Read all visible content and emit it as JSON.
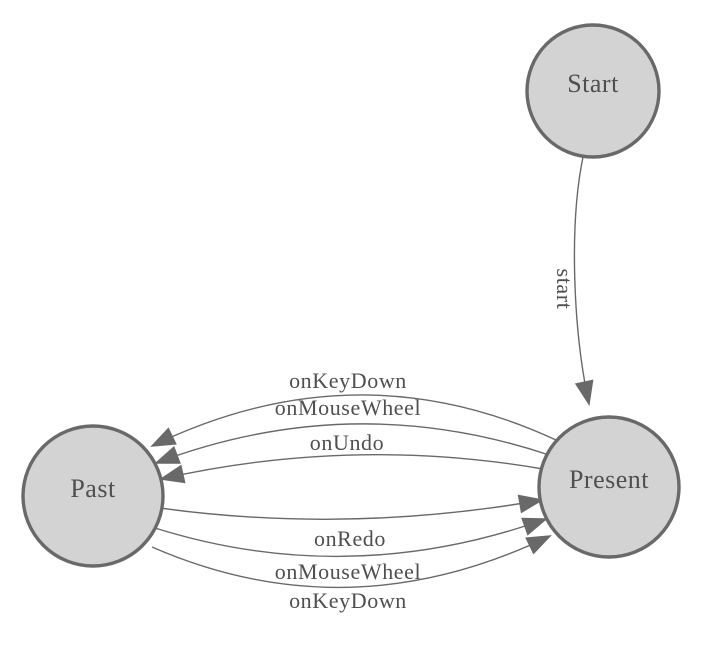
{
  "diagram": {
    "type": "state-machine",
    "background_color": "#ffffff",
    "colors": {
      "node_fill": "#d3d3d3",
      "node_stroke": "#696969",
      "edge_color": "#696969",
      "arrowhead_color": "#696969",
      "label_color": "#4f4f4f"
    },
    "nodes": [
      {
        "id": "start",
        "label": "Start"
      },
      {
        "id": "present",
        "label": "Present"
      },
      {
        "id": "past",
        "label": "Past"
      }
    ],
    "edges": [
      {
        "from": "Start",
        "to": "Present",
        "label": "start"
      },
      {
        "from": "Present",
        "to": "Past",
        "label": "onKeyDown"
      },
      {
        "from": "Present",
        "to": "Past",
        "label": "onMouseWheel"
      },
      {
        "from": "Present",
        "to": "Past",
        "label": "onUndo"
      },
      {
        "from": "Past",
        "to": "Present",
        "label": "onRedo"
      },
      {
        "from": "Past",
        "to": "Present",
        "label": "onMouseWheel"
      },
      {
        "from": "Past",
        "to": "Present",
        "label": "onKeyDown"
      }
    ]
  }
}
